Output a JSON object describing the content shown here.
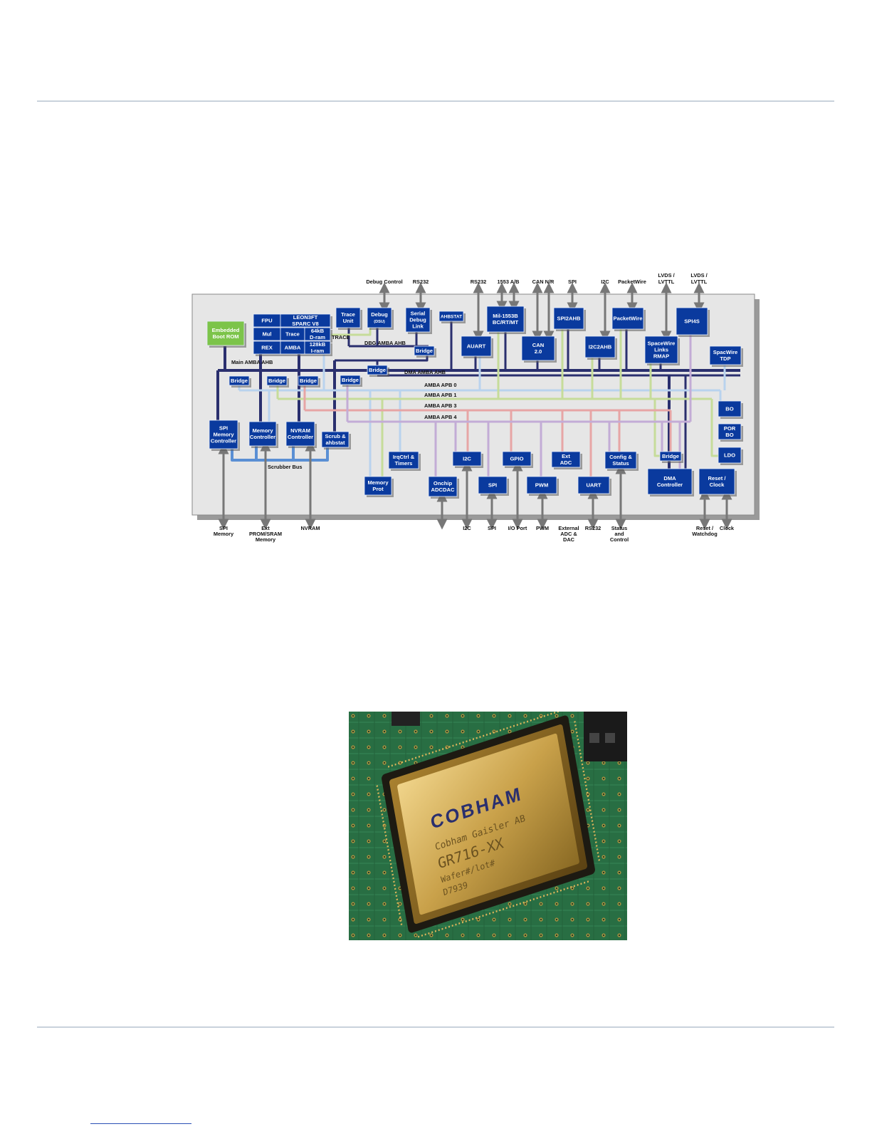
{
  "colors": {
    "block_fill": "#0a3a9e",
    "block_text": "#ffffff",
    "boot_rom_fill": "#7cc44a",
    "ahb_bus": "#2a2f6e",
    "apb0": "#b9d3ee",
    "apb1": "#c6dc9a",
    "apb3": "#e7a5a5",
    "apb4": "#c3acd6",
    "scrubber": "#5a8fd4",
    "panel": "#e6e6e6",
    "panel_shadow": "#9a9a9a"
  },
  "blocks": [
    {
      "id": "boot-rom",
      "lines": [
        "Embedded",
        "Boot ROM"
      ],
      "green": true
    },
    {
      "id": "fpu",
      "lines": [
        "FPU"
      ]
    },
    {
      "id": "leon3ft",
      "lines": [
        "LEON3FT",
        "SPARC V8"
      ]
    },
    {
      "id": "mul",
      "lines": [
        "Mul"
      ]
    },
    {
      "id": "trace",
      "lines": [
        "Trace"
      ]
    },
    {
      "id": "dram",
      "lines": [
        "64kB",
        "D-ram"
      ]
    },
    {
      "id": "rex",
      "lines": [
        "REX"
      ]
    },
    {
      "id": "amba",
      "lines": [
        "AMBA"
      ]
    },
    {
      "id": "iram",
      "lines": [
        "128kB",
        "I-ram"
      ]
    },
    {
      "id": "trace-unit",
      "lines": [
        "Trace",
        "Unit"
      ]
    },
    {
      "id": "debug-dsu",
      "lines": [
        "Debug",
        "(DSU)"
      ]
    },
    {
      "id": "serial-debug-link",
      "lines": [
        "Serial",
        "Debug",
        "Link"
      ]
    },
    {
      "id": "bridge-dbg",
      "lines": [
        "Bridge"
      ]
    },
    {
      "id": "ahbstat",
      "lines": [
        "AHBSTAT"
      ]
    },
    {
      "id": "auart",
      "lines": [
        "AUART"
      ]
    },
    {
      "id": "mil-1553b",
      "lines": [
        "Mil-1553B",
        "BC/RT/MT"
      ]
    },
    {
      "id": "can",
      "lines": [
        "CAN",
        "2.0"
      ]
    },
    {
      "id": "spi2ahb",
      "lines": [
        "SPI2AHB"
      ]
    },
    {
      "id": "i2c2ahb",
      "lines": [
        "I2C2AHB"
      ]
    },
    {
      "id": "packetwire",
      "lines": [
        "PacketWire"
      ]
    },
    {
      "id": "spacewire-links",
      "lines": [
        "SpaceWire",
        "Links",
        "RMAP"
      ]
    },
    {
      "id": "spi4s",
      "lines": [
        "SPI4S"
      ]
    },
    {
      "id": "spacwire-tdp",
      "lines": [
        "SpacWire",
        "TDP"
      ]
    },
    {
      "id": "bridge-main",
      "lines": [
        "Bridge"
      ]
    },
    {
      "id": "bridge-1",
      "lines": [
        "Bridge"
      ]
    },
    {
      "id": "bridge-2",
      "lines": [
        "Bridge"
      ]
    },
    {
      "id": "bridge-3",
      "lines": [
        "Bridge"
      ]
    },
    {
      "id": "bridge-4",
      "lines": [
        "Bridge"
      ]
    },
    {
      "id": "bo",
      "lines": [
        "BO"
      ]
    },
    {
      "id": "por-bo",
      "lines": [
        "POR",
        "BO"
      ]
    },
    {
      "id": "ldo",
      "lines": [
        "LDO"
      ]
    },
    {
      "id": "spi-mem-ctrl",
      "lines": [
        "SPI",
        "Memory",
        "Controller"
      ]
    },
    {
      "id": "mem-ctrl",
      "lines": [
        "Memory",
        "Controller"
      ]
    },
    {
      "id": "nvram-ctrl",
      "lines": [
        "NVRAM",
        "Controller"
      ]
    },
    {
      "id": "scrub",
      "lines": [
        "Scrub &",
        "ahbstat"
      ]
    },
    {
      "id": "irqctrl",
      "lines": [
        "IrqCtrl &",
        "Timers"
      ]
    },
    {
      "id": "memory-prot",
      "lines": [
        "Memory",
        "Prot"
      ]
    },
    {
      "id": "onchip-adcdac",
      "lines": [
        "Onchip",
        "ADCDAC"
      ]
    },
    {
      "id": "i2c",
      "lines": [
        "I2C"
      ]
    },
    {
      "id": "spi",
      "lines": [
        "SPI"
      ]
    },
    {
      "id": "gpio",
      "lines": [
        "GPIO"
      ]
    },
    {
      "id": "pwm",
      "lines": [
        "PWM"
      ]
    },
    {
      "id": "ext-adc",
      "lines": [
        "Ext",
        "ADC"
      ]
    },
    {
      "id": "uart",
      "lines": [
        "UART"
      ]
    },
    {
      "id": "config-status",
      "lines": [
        "Config &",
        "Status"
      ]
    },
    {
      "id": "bridge-dma",
      "lines": [
        "Bridge"
      ]
    },
    {
      "id": "dma-ctrl",
      "lines": [
        "DMA",
        "Controller"
      ]
    },
    {
      "id": "reset-clock",
      "lines": [
        "Reset /",
        "Clock"
      ]
    }
  ],
  "bus_labels": {
    "trace": "TRACE",
    "dbg_ahb": "DBG AMBA AHB",
    "main_ahb": "Main AMBA AHB",
    "dma_ahb": "DMA AMBA AHB",
    "apb0": "AMBA APB 0",
    "apb1": "AMBA APB 1",
    "apb3": "AMBA APB 3",
    "apb4": "AMBA APB 4",
    "scrubber": "Scrubber Bus"
  },
  "top_signals": [
    {
      "id": "debug-control",
      "lines": [
        "Debug Control"
      ]
    },
    {
      "id": "rs232-top-1",
      "lines": [
        "RS232"
      ]
    },
    {
      "id": "rs232-top-2",
      "lines": [
        "RS232"
      ]
    },
    {
      "id": "1553",
      "lines": [
        "1553 A/B"
      ]
    },
    {
      "id": "can-nr",
      "lines": [
        "CAN N/R"
      ]
    },
    {
      "id": "spi-top",
      "lines": [
        "SPI"
      ]
    },
    {
      "id": "i2c-top",
      "lines": [
        "I2C"
      ]
    },
    {
      "id": "packetwire-top",
      "lines": [
        "PacketWire"
      ]
    },
    {
      "id": "lvds-1",
      "lines": [
        "LVDS /",
        "LVTTL"
      ]
    },
    {
      "id": "lvds-2",
      "lines": [
        "LVDS /",
        "LVTTL"
      ]
    }
  ],
  "bottom_signals": [
    {
      "id": "spi-memory",
      "lines": [
        "SPI",
        "Memory"
      ]
    },
    {
      "id": "ext-prom",
      "lines": [
        "Ext",
        "PROM/SRAM",
        "Memory"
      ]
    },
    {
      "id": "nvram",
      "lines": [
        "NVRAM"
      ]
    },
    {
      "id": "i2c-bot",
      "lines": [
        "I2C"
      ]
    },
    {
      "id": "spi-bot",
      "lines": [
        "SPI"
      ]
    },
    {
      "id": "io-port",
      "lines": [
        "I/O Port"
      ]
    },
    {
      "id": "pwm-bot",
      "lines": [
        "PWM"
      ]
    },
    {
      "id": "ext-adc-dac",
      "lines": [
        "External",
        "ADC &",
        "DAC"
      ]
    },
    {
      "id": "rs232-bot",
      "lines": [
        "RS232"
      ]
    },
    {
      "id": "status-control",
      "lines": [
        "Status",
        "and",
        "Control"
      ]
    },
    {
      "id": "reset-watchdog",
      "lines": [
        "Reset /",
        "Watchdog"
      ]
    },
    {
      "id": "clock",
      "lines": [
        "Clock"
      ]
    }
  ],
  "chip_marking": {
    "logo": "COBHAM",
    "lines": [
      "Cobham Gaisler AB",
      "GR716-XX",
      "Wafer#/lot#",
      "D7939"
    ]
  }
}
